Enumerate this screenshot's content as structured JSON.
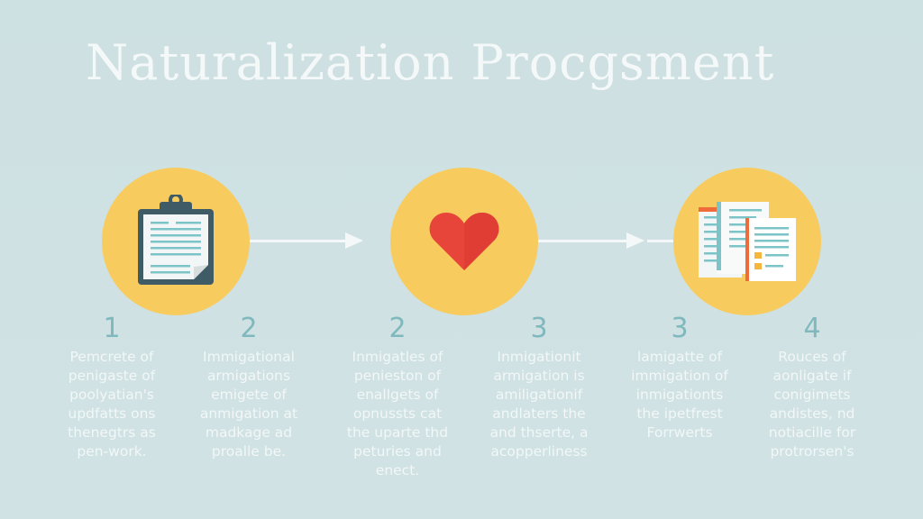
{
  "title": "Naturalization Procgsment",
  "colors": {
    "background": "#cde0e2",
    "circle": "#f8cb5e",
    "heart": "#e8453a",
    "number": "#7fb8bd",
    "text": "#f2f7f7",
    "clipboard_border": "#3f5b66",
    "doc_line": "#7cc4c8",
    "accent_orange": "#ef6b3a"
  },
  "icons": [
    "clipboard-icon",
    "heart-icon",
    "documents-icon"
  ],
  "steps": [
    {
      "number": "1",
      "lines": [
        "Pemcrete of",
        "penigaste of",
        "poolyatian's",
        "updfatts ons",
        "thenegtrs as",
        "pen-work."
      ]
    },
    {
      "number": "2",
      "lines": [
        "Immigational",
        "armigations",
        "emigete of",
        "anmigation at",
        "madkage ad",
        "proalle be."
      ]
    },
    {
      "number": "2",
      "lines": [
        "Inmigatles of",
        "penieston of",
        "enallgets of",
        "opnussts cat",
        "the uparte thd",
        "peturies and",
        "enect."
      ]
    },
    {
      "number": "3",
      "lines": [
        "Inmigationit",
        "armigation is",
        "amiligationif",
        "andlaters the",
        "and thserte, a",
        "acopperliness"
      ]
    },
    {
      "number": "3",
      "lines": [
        "lamigatte of",
        "immigation of",
        "inmigationts",
        "the ipetfrest",
        "Forrwerts"
      ]
    },
    {
      "number": "4",
      "lines": [
        "Rouces of",
        "aonligate if",
        "conigimets",
        "andistes, nd",
        "notiacille for",
        "protrorsen's"
      ]
    }
  ]
}
